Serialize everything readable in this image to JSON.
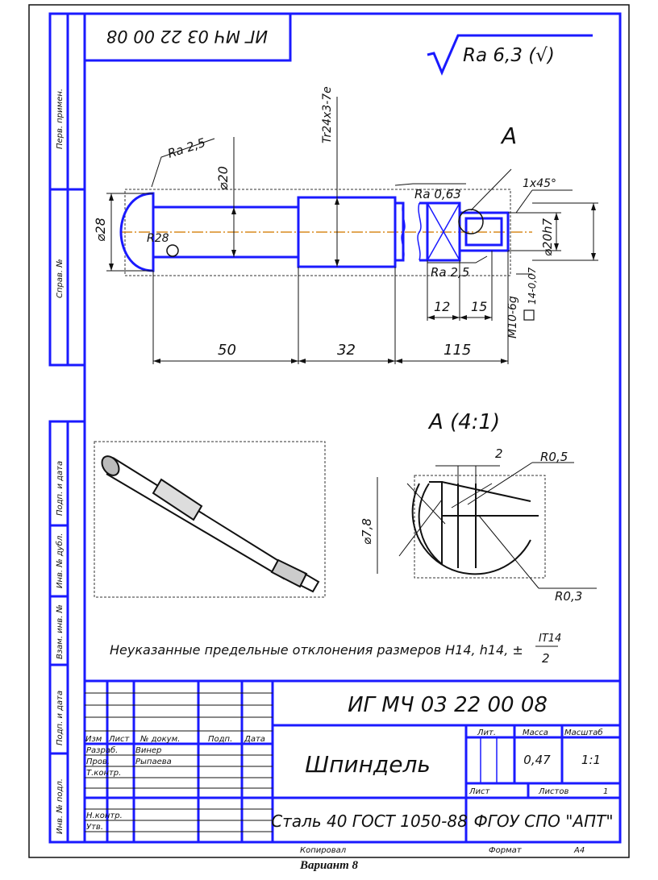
{
  "drawing": {
    "corner_code": "ИГ МЧ 03 22 00 08",
    "roughness_general": "Ra 6,3 (√)",
    "roughness_head": "Ra 2,5",
    "roughness_neck": "Ra 0,63",
    "roughness_lower": "Ra 2,5",
    "dim_d20": "⌀20",
    "dim_thread": "Tr24x3-7e",
    "dim_d28": "⌀28",
    "dim_r28": "R28",
    "dim_chamfer": "1x45°",
    "dim_d20h7": "⌀20h7",
    "dim_m10": "M10-6g",
    "dim_square": "14-0,07",
    "dim_50": "50",
    "dim_32": "32",
    "dim_115": "115",
    "dim_12": "12",
    "dim_15": "15",
    "section_label": "А",
    "detail_label": "А (4:1)",
    "detail_dim_2": "2",
    "detail_r05": "R0,5",
    "detail_r03": "R0,3",
    "detail_d78": "⌀7,8",
    "tolerance_note": "Неуказанные предельные отклонения размеров  H14, h14, ±",
    "tolerance_num": "IT14",
    "tolerance_den": "2"
  },
  "left_strip": [
    "Перв. примен.",
    "Справ. №",
    "Подп. и дата",
    "Инв. № дубл.",
    "Взам. инв. №",
    "Подп. и дата",
    "Инв. № подл."
  ],
  "title_block": {
    "designation": "ИГ МЧ 03 22 00 08",
    "part_name": "Шпиндель",
    "material": "Сталь 40  ГОСТ 1050-88",
    "organization": "ФГОУ СПО \"АПТ\"",
    "col_lit": "Лит.",
    "col_mass": "Масса",
    "col_scale": "Масштаб",
    "mass_value": "0,47",
    "scale_value": "1:1",
    "sheet_label": "Лист",
    "sheets_label": "Листов",
    "sheets_value": "1",
    "hdr_izm": "Изм",
    "hdr_list": "Лист",
    "hdr_doc": "№ докум.",
    "hdr_sign": "Подп.",
    "hdr_date": "Дата",
    "role_razrab": "Разраб.",
    "role_prov": "Пров.",
    "role_tkontr": "Т.контр.",
    "role_nkontr": "Н.контр.",
    "role_utv": "Утв.",
    "name_razrab": "Винер",
    "name_prov": "Рыпаева",
    "copied": "Копировал",
    "format_label": "Формат",
    "format_value": "А4"
  },
  "caption": "Вариант 8",
  "colors": {
    "outline": "#1a1aff",
    "frame": "#111111",
    "axis": "#d98a1f",
    "hatch": "#111111"
  }
}
